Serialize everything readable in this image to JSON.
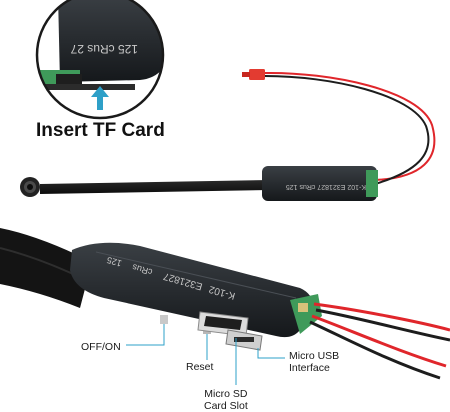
{
  "headline": "Insert TF Card",
  "callouts": {
    "off_on": "OFF/ON",
    "reset": "Reset",
    "micro_sd_line1": "Micro SD",
    "micro_sd_line2": "Card Slot",
    "micro_usb_line1": "Micro USB",
    "micro_usb_line2": "Interface"
  },
  "board_markings": {
    "inset_text_a": "125",
    "inset_text_b": "cRus",
    "inset_text_c": "27",
    "small_board_text": "K-102  E321827  cRus  125",
    "large_board_model": "K-102",
    "large_board_serial": "E321827",
    "large_board_mark": "cRus",
    "large_board_num": "125"
  },
  "icons": [
    "up-arrow-icon"
  ],
  "colors": {
    "accent": "#2ea0c8",
    "board": "#202428",
    "cable": "#151515",
    "wire_red": "#e0262b",
    "wire_black": "#1d1d1d",
    "connector": "#e33b31",
    "pcb_green": "#3f9a5a"
  }
}
